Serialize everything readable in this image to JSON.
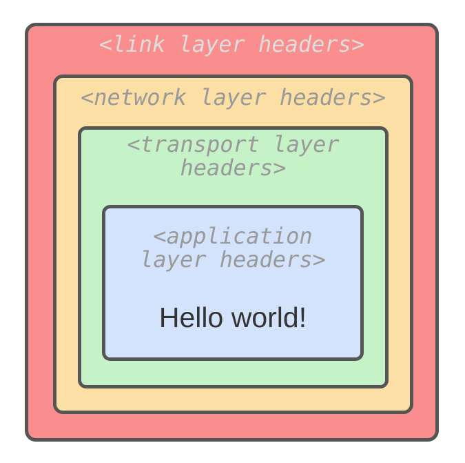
{
  "diagram": {
    "title": "packet-encapsulation-nesting",
    "background": "#ffffff",
    "border_color": "#555555",
    "layers": [
      {
        "id": "link",
        "label": "<link layer headers>",
        "fill": "#fa8e8e",
        "label_color": "#dddddd"
      },
      {
        "id": "network",
        "label": "<network layer headers>",
        "fill": "#fcdfa4",
        "label_color": "#999999"
      },
      {
        "id": "transport",
        "label": "<transport layer\nheaders>",
        "fill": "#c6f2c8",
        "label_color": "#999999"
      },
      {
        "id": "application",
        "label": "<application\nlayer headers>",
        "fill": "#d3e3fc",
        "label_color": "#999999"
      }
    ],
    "payload": {
      "text": "Hello world!",
      "color": "#333333"
    }
  }
}
